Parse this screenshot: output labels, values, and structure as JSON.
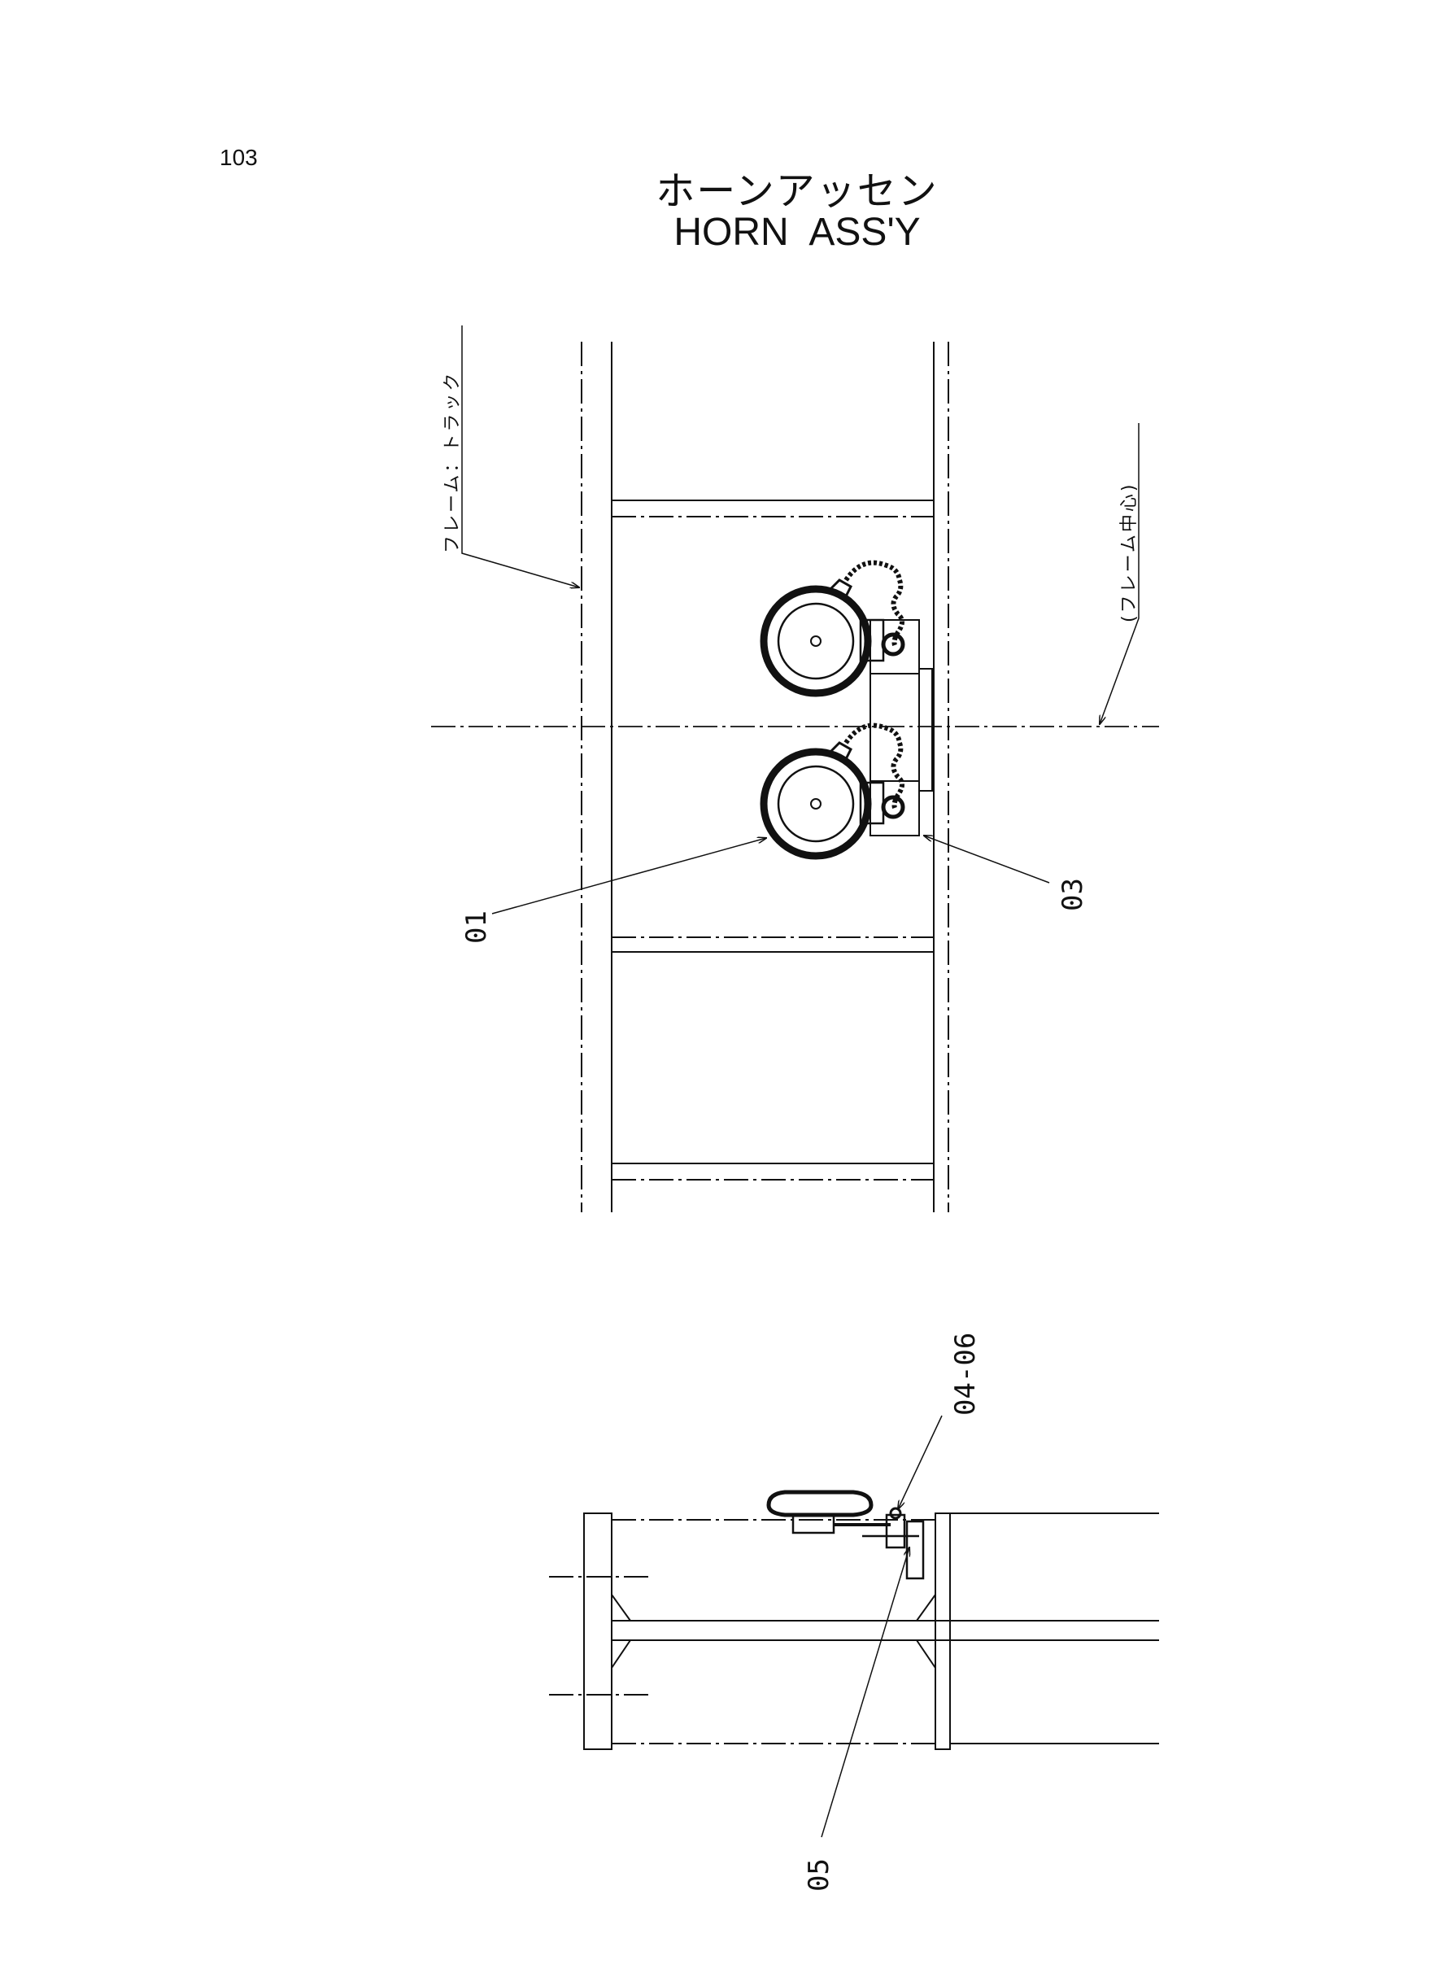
{
  "page_number": "103",
  "title_jp": "ホーンアッセン",
  "title_en": "HORN  ASS'Y",
  "annotations": {
    "frame_track": "フレーム：トラック",
    "frame_center": "(フレーム中心)"
  },
  "callouts": {
    "part_01": "01",
    "part_03": "03",
    "part_04_06": "04-06",
    "part_05": "05"
  }
}
